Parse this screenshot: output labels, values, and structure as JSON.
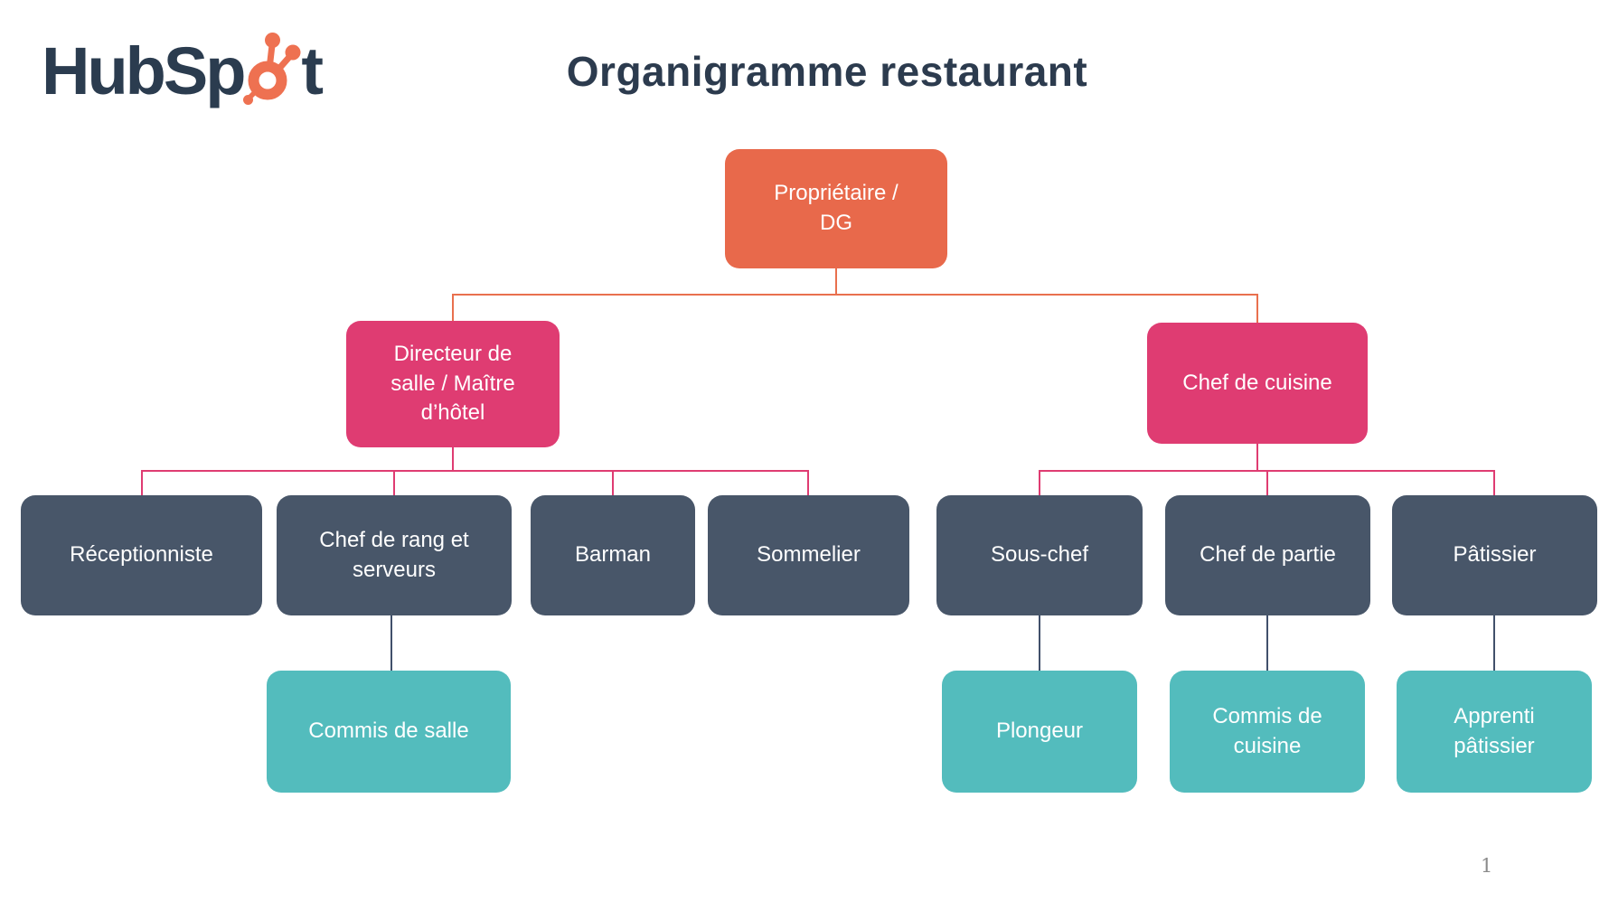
{
  "page": {
    "title": "Organigramme restaurant",
    "page_number": "1"
  },
  "logo": {
    "brand": "HubSpot",
    "text_before_sprocket": "HubSp",
    "text_after_sprocket": "t",
    "sprocket_icon": "hubspot-sprocket-icon"
  },
  "colors": {
    "root_orange": "#e8694b",
    "branch_pink": "#df3c72",
    "role_slate": "#485669",
    "support_teal": "#53bcbd",
    "heading_navy": "#2c3b4e",
    "connector_orange": "#e9704e",
    "connector_pink": "#df3c72",
    "connector_navy": "#41506b",
    "logo_navy": "#2b3c4f",
    "logo_orange": "#ee7151",
    "page_number_gray": "#8a8a8a"
  },
  "orgchart": {
    "nodes": [
      {
        "label": "Propriétaire /\nDG",
        "level": 1,
        "reports_to": null
      },
      {
        "label": "Directeur de\nsalle / Maître\nd’hôtel",
        "level": 2,
        "reports_to": "Propriétaire / DG"
      },
      {
        "label": "Chef de cuisine",
        "level": 2,
        "reports_to": "Propriétaire / DG"
      },
      {
        "label": "Réceptionniste",
        "level": 3,
        "reports_to": "Directeur de salle / Maître d’hôtel"
      },
      {
        "label": "Chef de rang et\nserveurs",
        "level": 3,
        "reports_to": "Directeur de salle / Maître d’hôtel"
      },
      {
        "label": "Barman",
        "level": 3,
        "reports_to": "Directeur de salle / Maître d’hôtel"
      },
      {
        "label": "Sommelier",
        "level": 3,
        "reports_to": "Directeur de salle / Maître d’hôtel"
      },
      {
        "label": "Sous-chef",
        "level": 3,
        "reports_to": "Chef de cuisine"
      },
      {
        "label": "Chef de partie",
        "level": 3,
        "reports_to": "Chef de cuisine"
      },
      {
        "label": "Pâtissier",
        "level": 3,
        "reports_to": "Chef de cuisine"
      },
      {
        "label": "Commis de salle",
        "level": 4,
        "reports_to": "Chef de rang et serveurs"
      },
      {
        "label": "Plongeur",
        "level": 4,
        "reports_to": "Sous-chef"
      },
      {
        "label": "Commis de\ncuisine",
        "level": 4,
        "reports_to": "Chef de partie"
      },
      {
        "label": "Apprenti\npâtissier",
        "level": 4,
        "reports_to": "Pâtissier"
      }
    ]
  }
}
